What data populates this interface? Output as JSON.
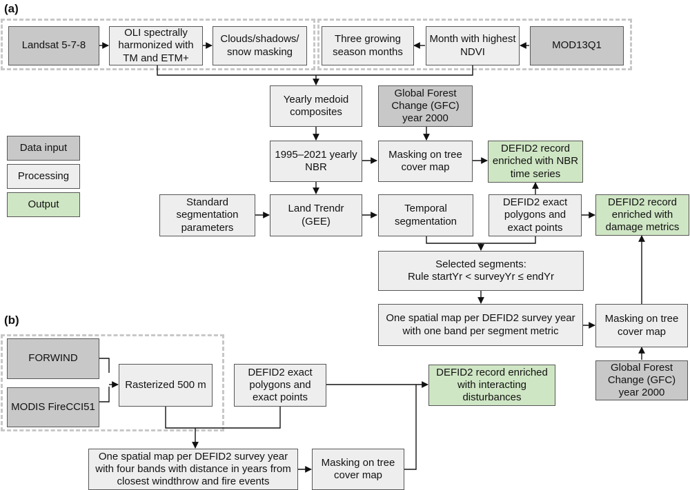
{
  "panels": {
    "a": "(a)",
    "b": "(b)"
  },
  "legend": {
    "input": "Data input",
    "processing": "Processing",
    "output": "Output"
  },
  "a": {
    "landsat": "Landsat 5-7-8",
    "oli": "OLI spectrally harmonized with TM and ETM+",
    "clouds": "Clouds/shadows/ snow masking",
    "growing": "Three growing season months",
    "month_ndvi": "Month with highest NDVI",
    "mod13q1": "MOD13Q1",
    "medoid": "Yearly medoid composites",
    "gfc_top": "Global Forest Change (GFC) year 2000",
    "nbr": "1995–2021 yearly NBR",
    "masking_tree": "Masking on tree cover map",
    "defid_nbr": "DEFID2 record enriched with NBR time series",
    "standard": "Standard segmentation parameters",
    "landtrendr": "Land Trendr (GEE)",
    "temporal": "Temporal segmentation",
    "defid_exact": "DEFID2 exact polygons and exact points",
    "defid_damage": "DEFID2 record enriched with damage metrics",
    "selected": "Selected segments:\nRule startYr < surveyYr ≤ endYr",
    "one_map": "One spatial map per DEFID2 survey year with one band per segment metric",
    "masking_right": "Masking on tree cover map",
    "gfc_bottom": "Global Forest Change (GFC) year 2000"
  },
  "b": {
    "forwind": "FORWIND",
    "modis": "MODIS FireCCI51",
    "rasterized": "Rasterized 500 m",
    "defid_exact": "DEFID2 exact polygons and exact points",
    "defid_interacting": "DEFID2 record enriched with interacting disturbances",
    "one_map": "One spatial map per DEFID2 survey year with four bands with distance in years from closest windthrow and fire events",
    "masking": "Masking on tree cover map"
  },
  "colors": {
    "input": "#c8c8c8",
    "processing": "#eeeeee",
    "output": "#cfe6c4",
    "dashed_group": "#c7c7c7",
    "line": "#111111"
  }
}
